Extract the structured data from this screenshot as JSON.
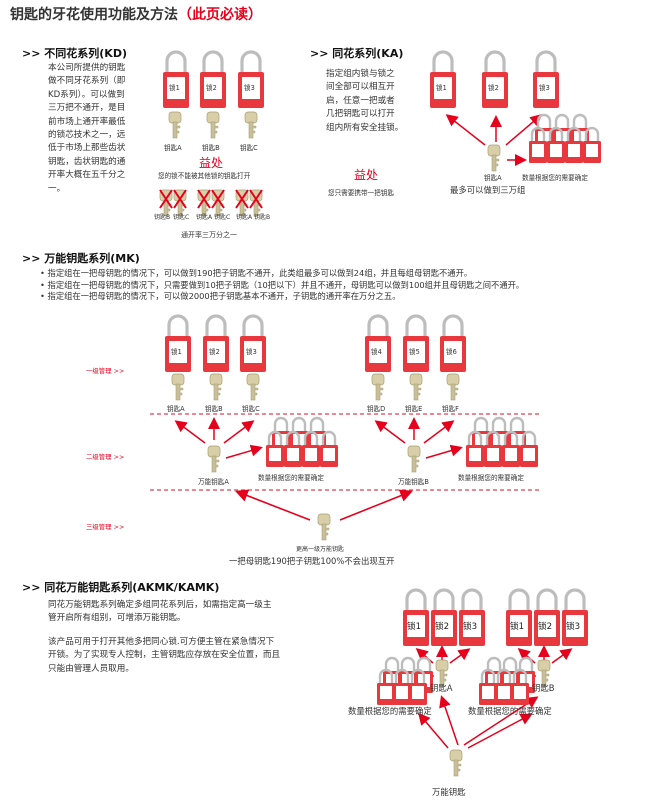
{
  "title": {
    "main": "钥匙的牙花使用功能及方法",
    "highlight": "（此页必读）"
  },
  "kd": {
    "heading": ">> 不同花系列(KD)",
    "desc": [
      "本公司所提供的钥匙",
      "做不同牙花系列（即",
      "KD系列）。可以做到",
      "三万把不通开，是目",
      "前市场上通开率最低",
      "的锁芯技术之一，远",
      "低于市场上那些齿状",
      "钥匙，齿状钥匙的通",
      "开率大概在五千分之",
      "一。"
    ],
    "locks": [
      "锁1",
      "锁2",
      "锁3"
    ],
    "keys": [
      "钥匙A",
      "钥匙B",
      "钥匙C"
    ],
    "benefit": "益处",
    "benefit_desc": "您的锁不能被其他锁的钥匙打开",
    "cross_keys": [
      "钥匙B",
      "钥匙C",
      "钥匙A",
      "钥匙C",
      "钥匙A",
      "钥匙B"
    ],
    "rate": "通开率三万分之一"
  },
  "ka": {
    "heading": ">> 同花系列(KA)",
    "desc": [
      "指定组内锁与锁之",
      "间全部可以相互开",
      "启，任意一把或者",
      "几把钥匙可以打开",
      "组内所有安全挂锁。"
    ],
    "locks": [
      "锁1",
      "锁2",
      "锁3"
    ],
    "key": "钥匙A",
    "qty": "数量根据您的需要确定",
    "benefit": "益处",
    "benefit_desc": "您只需要携带一把钥匙",
    "max": "最多可以做到三万组"
  },
  "mk": {
    "heading": ">> 万能钥匙系列(MK)",
    "bullets": [
      "指定组在一把母钥匙的情况下，可以做到190把子钥匙不通开，此类组最多可以做到24组，并且每组母钥匙不通开。",
      "指定组在一把母钥匙的情况下，只需要做到10把子钥匙（10把以下）并且不通开，母钥匙可以做到100组并且母钥匙之间不通开。",
      "指定组在一把母钥匙的情况下，可以做2000把子钥匙基本不通开，子钥匙的通开率在万分之五。"
    ],
    "levels": [
      "一级管理 >>",
      "二级管理 >>",
      "三级管理 >>"
    ],
    "locks_left": [
      "锁1",
      "锁2",
      "锁3"
    ],
    "locks_right": [
      "锁4",
      "锁5",
      "锁6"
    ],
    "keys_left": [
      "钥匙A",
      "钥匙B",
      "钥匙C"
    ],
    "keys_right": [
      "钥匙D",
      "钥匙E",
      "钥匙F"
    ],
    "master_a": "万能钥匙A",
    "master_b": "万能钥匙B",
    "qty": "数量根据您的需要确定",
    "top_key": "更高一级万能钥匙",
    "footer": "一把母钥匙190把子钥匙100%不会出现互开"
  },
  "akmk": {
    "heading": ">> 同花万能钥匙系列(AKMK/KAMK)",
    "desc1": [
      "同花万能钥匙系列确定多组同花系列后，如需指定高一级主",
      "管开启所有组别，可增添万能钥匙。"
    ],
    "desc2": [
      "该产品可用于打开其他多把同心锁.可方便主管在紧急情况下",
      "开锁。为了实现专人控制，主管钥匙应存放在安全位置，而且",
      "只能由管理人员取用。"
    ],
    "locks": [
      "锁1",
      "锁2",
      "锁3"
    ],
    "key_a": "钥匙A",
    "key_b": "钥匙B",
    "qty": "数量根据您的需要确定",
    "master": "万能钥匙"
  },
  "colors": {
    "red": "#e6001c",
    "lock_body": "#e8383d",
    "shackle": "#b8b8b8",
    "key": "#d8cfa8"
  }
}
